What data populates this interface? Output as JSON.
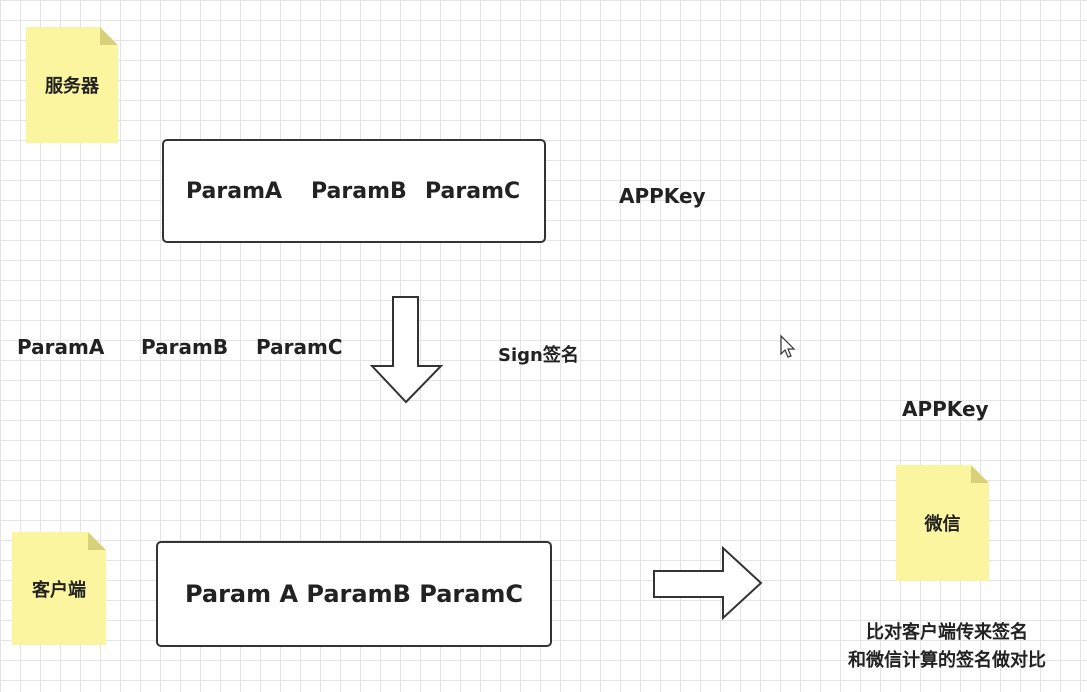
{
  "notes": {
    "server": "服务器",
    "client": "客户端",
    "wechat": "微信"
  },
  "server_box": {
    "param_a": "ParamA",
    "param_b": "ParamB",
    "param_c": "ParamC"
  },
  "server_appkey": "APPKey",
  "middle_row": {
    "param_a": "ParamA",
    "param_b": "ParamB",
    "param_c": "ParamC",
    "sign": "Sign签名"
  },
  "wechat_appkey": "APPKey",
  "client_box": {
    "text": "Param A ParamB ParamC"
  },
  "compare_text": {
    "line1": "比对客户端传来签名",
    "line2": "和微信计算的签名做对比"
  },
  "colors": {
    "note_fill": "#fbf59f",
    "grid": "#e4e4e4",
    "stroke": "#333333"
  },
  "icons": {
    "down_arrow": "hollow-down-arrow",
    "right_arrow": "hollow-right-arrow",
    "cursor": "mouse-pointer"
  }
}
